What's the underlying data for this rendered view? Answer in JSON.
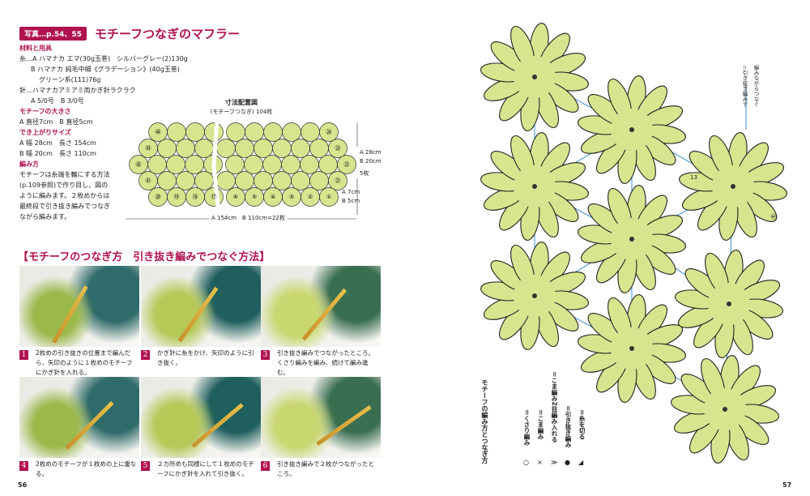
{
  "left_page": {
    "tag": "写真…p.54、55",
    "title": "モチーフつなぎのマフラー",
    "materials": [
      {
        "text": "材料と用具",
        "type": "heading"
      },
      {
        "text": "糸…A ハマナカ エマ(30g玉巻)　シルバーグレー(2)130g",
        "type": "line"
      },
      {
        "text": "B ハマナカ 純毛中細《グラデーション》(40g玉巻)",
        "type": "indent"
      },
      {
        "text": "グリーン系(111)76g",
        "type": "indent2"
      },
      {
        "text": "針…ハマナカアミアミ両かぎ針ラクラク",
        "type": "line"
      },
      {
        "text": "A 5/0号　B 3/0号",
        "type": "indent"
      },
      {
        "text": "モチーフの大きさ",
        "type": "heading"
      },
      {
        "text": "A 直径7cm　B 直径5cm",
        "type": "line"
      },
      {
        "text": "でき上がりサイズ",
        "type": "heading"
      },
      {
        "text": "A 幅 28cm　長さ 154cm",
        "type": "line"
      },
      {
        "text": "B 幅 20cm　長さ 110cm",
        "type": "line"
      },
      {
        "text": "編み方",
        "type": "heading"
      },
      {
        "text": "モチーフは糸端を輪にする方法",
        "type": "line"
      },
      {
        "text": "(p.109参照)で作り目し、図の",
        "type": "line"
      },
      {
        "text": "ように編みます。２枚めからは",
        "type": "line"
      },
      {
        "text": "最終段で引き抜き編みでつなぎ",
        "type": "line"
      },
      {
        "text": "ながら編みます。",
        "type": "line"
      }
    ],
    "layout_diagram": {
      "title": "寸法配置図",
      "subtitle": "(モチーフつなぎ) 104枚",
      "width_label": "A 154cm　B 110cm=22枚",
      "height_label_a": "A 28cm",
      "height_label_b": "B 20cm",
      "height_count": "5枚",
      "motif_a": "A 7cm",
      "motif_b": "B 5cm",
      "bottom_numbers": [
        "①",
        "②",
        "③",
        "④",
        "⑤",
        "⑥",
        "⑰",
        "⑱",
        "⑲",
        "⑳"
      ],
      "left_numbers": [
        "㊶",
        "㊷",
        "㊸",
        "㊹"
      ],
      "right_numbers": [
        "㉑",
        "㉒",
        "㉓",
        "㉔",
        "㉕"
      ]
    },
    "section_title": "【モチーフのつなぎ方　引き抜き編みでつなぐ方法】",
    "steps": [
      {
        "num": "1",
        "caption": "2枚めの引き抜きの位置まで編んだら、矢印のように１枚めのモチーフにかぎ針を入れる。"
      },
      {
        "num": "2",
        "caption": "かぎ針に糸をかけ、矢印のように引き抜く。"
      },
      {
        "num": "3",
        "caption": "引き抜き編みでつながったところ。くさり編みを編み、続けて編み進む。"
      },
      {
        "num": "4",
        "caption": "2枚めのモチーフが１枚めの上に重なる。"
      },
      {
        "num": "5",
        "caption": "２カ所めも同様にして１枚めのモチーフにかぎ針を入れて引き抜く。"
      },
      {
        "num": "6",
        "caption": "引き抜き編みで２枚がつながったところ。"
      }
    ],
    "page_number": "56"
  },
  "right_page": {
    "legend_title": "モチーフの編み方とつなぎ方",
    "legend": [
      {
        "symbol": "○",
        "text": "＝くさり編み"
      },
      {
        "symbol": "×",
        "text": "＝こま編み"
      },
      {
        "symbol": "≫",
        "text": "＝こま編み2目編み入れる"
      },
      {
        "symbol": "●",
        "text": "＝引き抜き編み"
      },
      {
        "symbol": "◢",
        "text": "＝糸を切る"
      }
    ],
    "join_note_1": "＝引き抜き編みで",
    "join_note_2": "編みながらつなぐ",
    "start_number": "①",
    "row_number": "13",
    "page_number": "57"
  },
  "colors": {
    "accent": "#b0124f",
    "motif": "#d8e58f",
    "arrow": "#3b8fd0"
  }
}
